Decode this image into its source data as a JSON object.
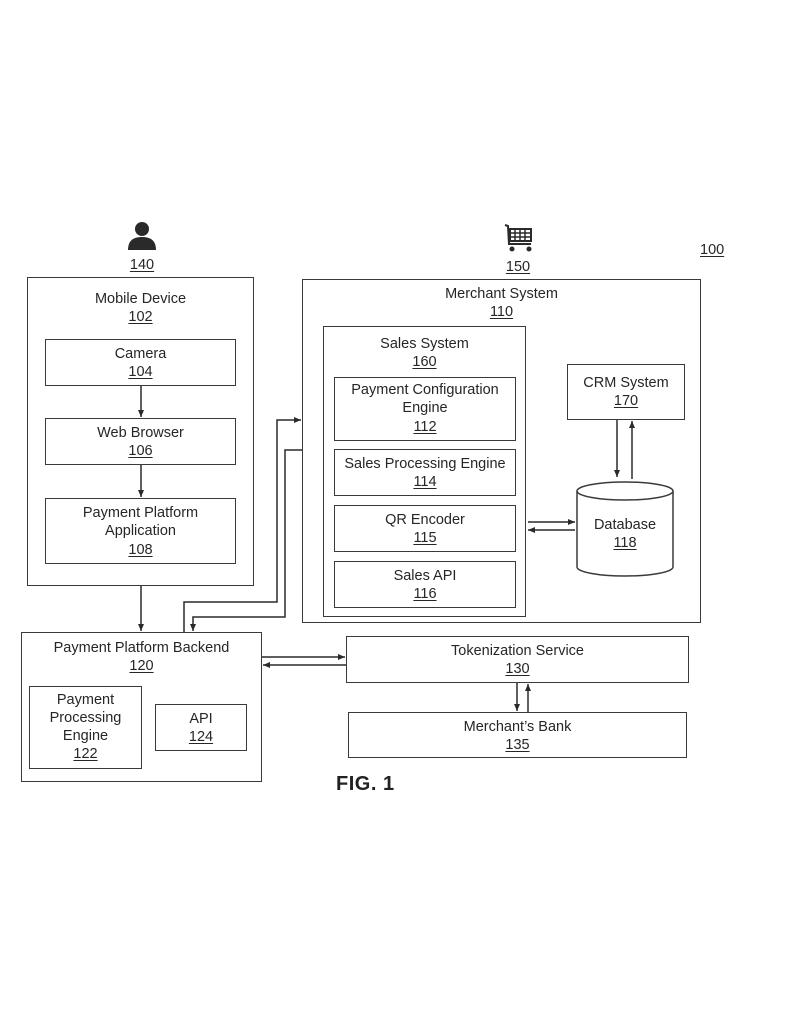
{
  "figure": {
    "reference": "100",
    "caption": "FIG. 1"
  },
  "actors": {
    "user": {
      "icon": "person-icon",
      "ref": "140"
    },
    "merchant": {
      "icon": "shopping-cart-icon",
      "ref": "150"
    }
  },
  "mobile_device": {
    "title": "Mobile Device",
    "ref": "102",
    "camera": {
      "title": "Camera",
      "ref": "104"
    },
    "web_browser": {
      "title": "Web Browser",
      "ref": "106"
    },
    "payment_app": {
      "title_line1": "Payment Platform",
      "title_line2": "Application",
      "ref": "108"
    }
  },
  "merchant_system": {
    "title": "Merchant System",
    "ref": "110",
    "sales_system": {
      "title": "Sales System",
      "ref": "160",
      "payment_config_engine": {
        "title_line1": "Payment Configuration",
        "title_line2": "Engine",
        "ref": "112"
      },
      "sales_processing_engine": {
        "title": "Sales Processing Engine",
        "ref": "114"
      },
      "qr_encoder": {
        "title": "QR Encoder",
        "ref": "115"
      },
      "sales_api": {
        "title": "Sales API",
        "ref": "116"
      }
    },
    "crm_system": {
      "title": "CRM System",
      "ref": "170"
    },
    "database": {
      "title": "Database",
      "ref": "118"
    }
  },
  "backend": {
    "title": "Payment Platform Backend",
    "ref": "120",
    "processing_engine": {
      "title_line1": "Payment",
      "title_line2": "Processing",
      "title_line3": "Engine",
      "ref": "122"
    },
    "api": {
      "title": "API",
      "ref": "124"
    }
  },
  "tokenization_service": {
    "title": "Tokenization Service",
    "ref": "130"
  },
  "merchants_bank": {
    "title": "Merchant’s Bank",
    "ref": "135"
  },
  "connections": [
    {
      "from": "Camera 104",
      "to": "Web Browser 106",
      "direction": "one-way"
    },
    {
      "from": "Web Browser 106",
      "to": "Payment Platform Application 108",
      "direction": "one-way"
    },
    {
      "from": "Mobile Device 102",
      "to": "Payment Platform Backend 120",
      "direction": "one-way"
    },
    {
      "from": "Payment Platform Backend 120",
      "to": "Merchant System 110",
      "direction": "two-way"
    },
    {
      "from": "Payment Platform Backend 120",
      "to": "Tokenization Service 130",
      "direction": "two-way"
    },
    {
      "from": "Tokenization Service 130",
      "to": "Merchant's Bank 135",
      "direction": "two-way"
    },
    {
      "from": "Sales System 160",
      "to": "Database 118",
      "direction": "two-way"
    },
    {
      "from": "CRM System 170",
      "to": "Database 118",
      "direction": "two-way"
    }
  ]
}
